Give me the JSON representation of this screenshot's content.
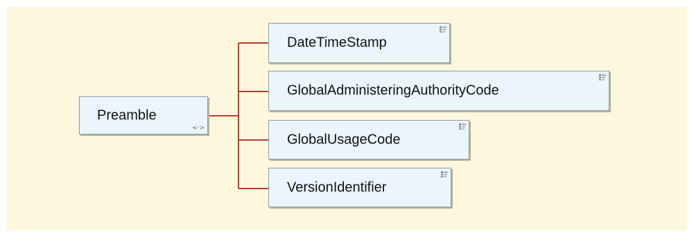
{
  "diagram": {
    "root": {
      "label": "Preamble",
      "compositor_icon": "sequence-icon"
    },
    "children": [
      {
        "label": "DateTimeStamp",
        "icon": "element-detail-icon"
      },
      {
        "label": "GlobalAdministeringAuthorityCode",
        "icon": "element-detail-icon"
      },
      {
        "label": "GlobalUsageCode",
        "icon": "element-detail-icon"
      },
      {
        "label": "VersionIdentifier",
        "icon": "element-detail-icon"
      }
    ],
    "colors": {
      "background": "#fdf8dd",
      "node_fill": "#eaf6fb",
      "node_border": "#8f9aa3",
      "connector": "#c0392b"
    }
  }
}
